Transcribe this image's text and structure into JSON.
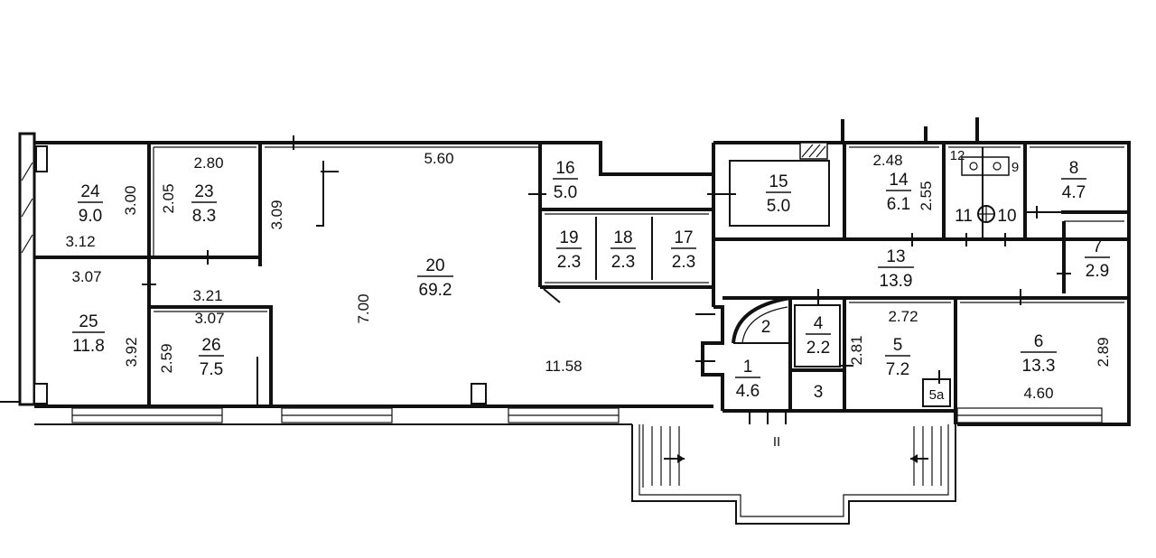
{
  "rooms": [
    {
      "id": "r24",
      "number": "24",
      "area": "9.0"
    },
    {
      "id": "r23",
      "number": "23",
      "area": "8.3"
    },
    {
      "id": "r20",
      "number": "20",
      "area": "69.2"
    },
    {
      "id": "r16",
      "number": "16",
      "area": "5.0"
    },
    {
      "id": "r19",
      "number": "19",
      "area": "2.3"
    },
    {
      "id": "r18",
      "number": "18",
      "area": "2.3"
    },
    {
      "id": "r17",
      "number": "17",
      "area": "2.3"
    },
    {
      "id": "r15",
      "number": "15",
      "area": "5.0"
    },
    {
      "id": "r14",
      "number": "14",
      "area": "6.1"
    },
    {
      "id": "r8",
      "number": "8",
      "area": "4.7"
    },
    {
      "id": "r13",
      "number": "13",
      "area": "13.9"
    },
    {
      "id": "r7",
      "number": "7",
      "area": "2.9"
    },
    {
      "id": "r25",
      "number": "25",
      "area": "11.8"
    },
    {
      "id": "r26",
      "number": "26",
      "area": "7.5"
    },
    {
      "id": "r4",
      "number": "4",
      "area": "2.2"
    },
    {
      "id": "r5",
      "number": "5",
      "area": "7.2"
    },
    {
      "id": "r6",
      "number": "6",
      "area": "13.3"
    },
    {
      "id": "r1",
      "number": "1",
      "area": "4.6"
    }
  ],
  "labels": {
    "room2": "2",
    "room3": "3",
    "room5a": "5a",
    "room9": "9",
    "room10": "10",
    "room11": "11",
    "room12": "12",
    "entrance": "II"
  },
  "dimensions": {
    "d_3_12": "3.12",
    "d_3_00": "3.00",
    "d_2_80": "2.80",
    "d_2_05": "2.05",
    "d_3_09": "3.09",
    "d_5_60": "5.60",
    "d_3_07a": "3.07",
    "d_3_21": "3.21",
    "d_3_07b": "3.07",
    "d_7_00": "7.00",
    "d_3_92": "3.92",
    "d_2_59": "2.59",
    "d_11_58": "11.58",
    "d_2_48": "2.48",
    "d_2_55": "2.55",
    "d_2_72": "2.72",
    "d_2_81": "2.81",
    "d_2_89": "2.89",
    "d_4_60": "4.60"
  }
}
